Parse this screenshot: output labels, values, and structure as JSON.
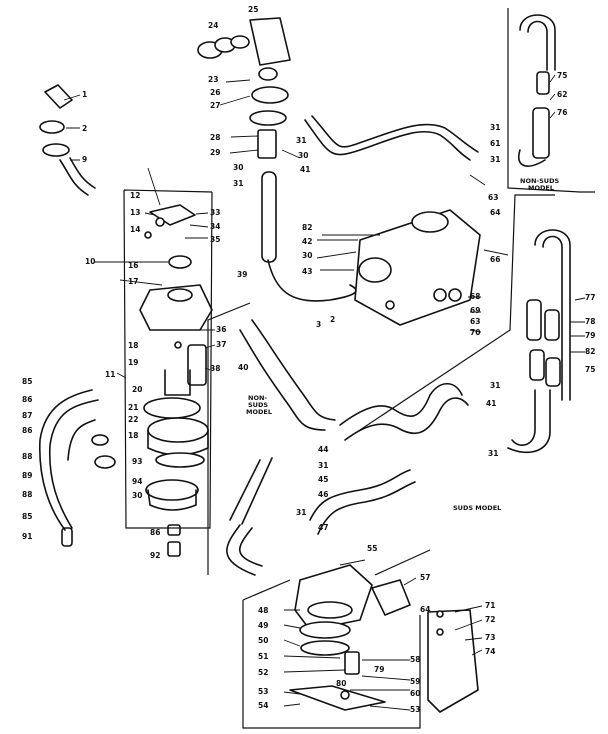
{
  "captions": {
    "non_suds_top": [
      "NON-SUDS",
      "MODEL"
    ],
    "non_suds_mid": [
      "NON-",
      "SUDS",
      "MODEL"
    ],
    "suds": "SUDS MODEL"
  },
  "callouts": [
    "1",
    "2",
    "9",
    "12",
    "13",
    "14",
    "33",
    "34",
    "35",
    "10",
    "16",
    "17",
    "18",
    "19",
    "11",
    "36",
    "37",
    "38",
    "20",
    "21",
    "22",
    "18",
    "93",
    "30",
    "94",
    "86",
    "92",
    "85",
    "86",
    "87",
    "86",
    "88",
    "89",
    "88",
    "85",
    "91",
    "24",
    "25",
    "23",
    "26",
    "27",
    "28",
    "29",
    "30",
    "31",
    "31",
    "30",
    "41",
    "31",
    "61",
    "31",
    "82",
    "42",
    "30",
    "43",
    "39",
    "40",
    "3",
    "2",
    "63",
    "64",
    "66",
    "68",
    "69",
    "63",
    "70",
    "75",
    "62",
    "76",
    "77",
    "78",
    "79",
    "82",
    "75",
    "31",
    "41",
    "31",
    "44",
    "31",
    "45",
    "46",
    "47",
    "31",
    "55",
    "57",
    "48",
    "49",
    "50",
    "51",
    "52",
    "53",
    "54",
    "58",
    "79",
    "80",
    "59",
    "60",
    "53",
    "64",
    "71",
    "72",
    "73",
    "74"
  ]
}
